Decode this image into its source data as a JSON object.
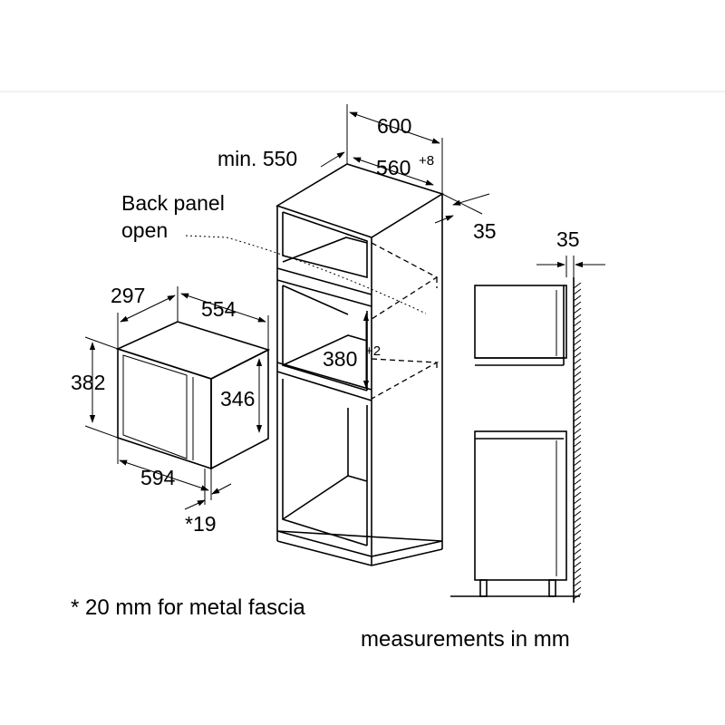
{
  "oven": {
    "depth": "297",
    "width": "554",
    "height": "382",
    "inner_height": "346",
    "front_width": "594",
    "fascia": "*19"
  },
  "cabinet": {
    "min_depth": "min. 550",
    "outer_width": "600",
    "inner_width": "560",
    "inner_width_tol": "+8",
    "back_gap": "35",
    "niche_height": "380",
    "niche_height_tol": "+2",
    "back_panel_label_line1": "Back panel",
    "back_panel_label_line2": "open"
  },
  "side_view": {
    "wall_gap": "35"
  },
  "notes": {
    "fascia_note": "* 20 mm for metal fascia",
    "units": "measurements in mm"
  }
}
